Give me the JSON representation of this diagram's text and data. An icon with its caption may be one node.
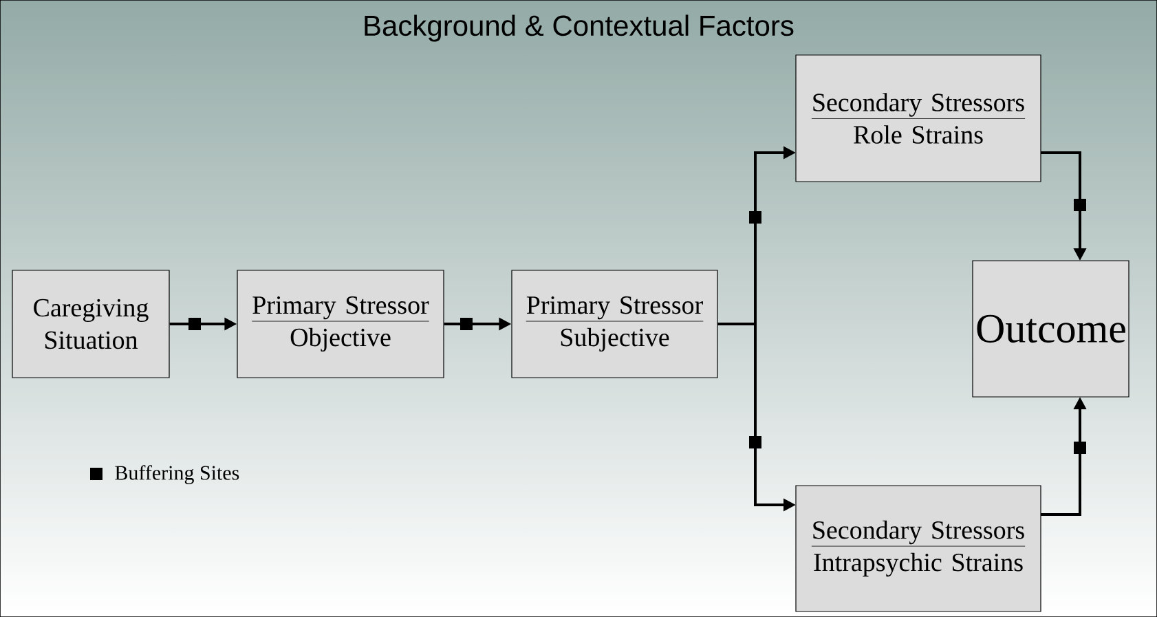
{
  "diagram": {
    "title": "Background & Contextual Factors",
    "nodes": [
      {
        "text": [
          "Caregiving Situation"
        ]
      },
      {
        "text": [
          "Primary Stressor",
          "Objective"
        ]
      },
      {
        "text": [
          "Primary Stressor",
          "Subjective"
        ]
      },
      {
        "text": [
          "Secondary Stressors",
          "Role Strains"
        ]
      },
      {
        "text": [
          "Secondary Stressors",
          "Intrapsychic Strains"
        ]
      },
      {
        "text": [
          "Outcome"
        ]
      }
    ],
    "edges": [
      {
        "from": 0,
        "to": 1,
        "arrow": "to"
      },
      {
        "from": 1,
        "to": 2,
        "arrow": "to"
      },
      {
        "from": 2,
        "to": 3,
        "arrow": "to"
      },
      {
        "from": 2,
        "to": 4,
        "arrow": "to"
      },
      {
        "from": 3,
        "to": 5,
        "arrow": "to"
      },
      {
        "from": 4,
        "to": 5,
        "arrow": "to"
      }
    ],
    "legend": [
      {
        "text": "Buffering Sites",
        "color": "#000000"
      }
    ]
  }
}
